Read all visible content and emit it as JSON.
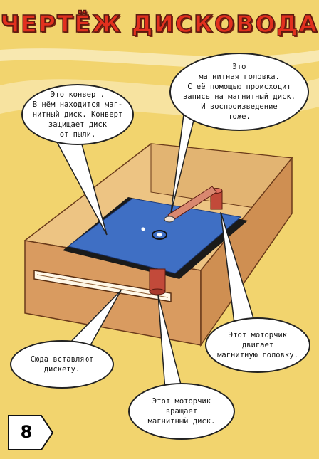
{
  "title": "ЧЕРТЁЖ ДИСКОВОДА",
  "page_number": "8",
  "callouts": {
    "envelope": "Это конверт.\nВ нём находится маг-\nнитный диск. Конверт\nзащищает диск\nот пыли.",
    "head": "Это\nмагнитная головка.\nС её помощью происходит\nзапись на магнитный диск.\nИ воспроизведение\nтоже.",
    "slot": "Сюда вставляют\nдискету.",
    "head_motor": "Этот моторчик\nдвигает\nмагнитную головку.",
    "disk_motor": "Этот моторчик\nвращает\nмагнитный диск."
  },
  "colors": {
    "background": "#f2d46e",
    "title": "#e2301e",
    "box_front": "#d99b60",
    "box_top": "#edc483",
    "box_side": "#cf8f52",
    "disk": "#3f6fc4",
    "motor": "#c24a3a"
  }
}
